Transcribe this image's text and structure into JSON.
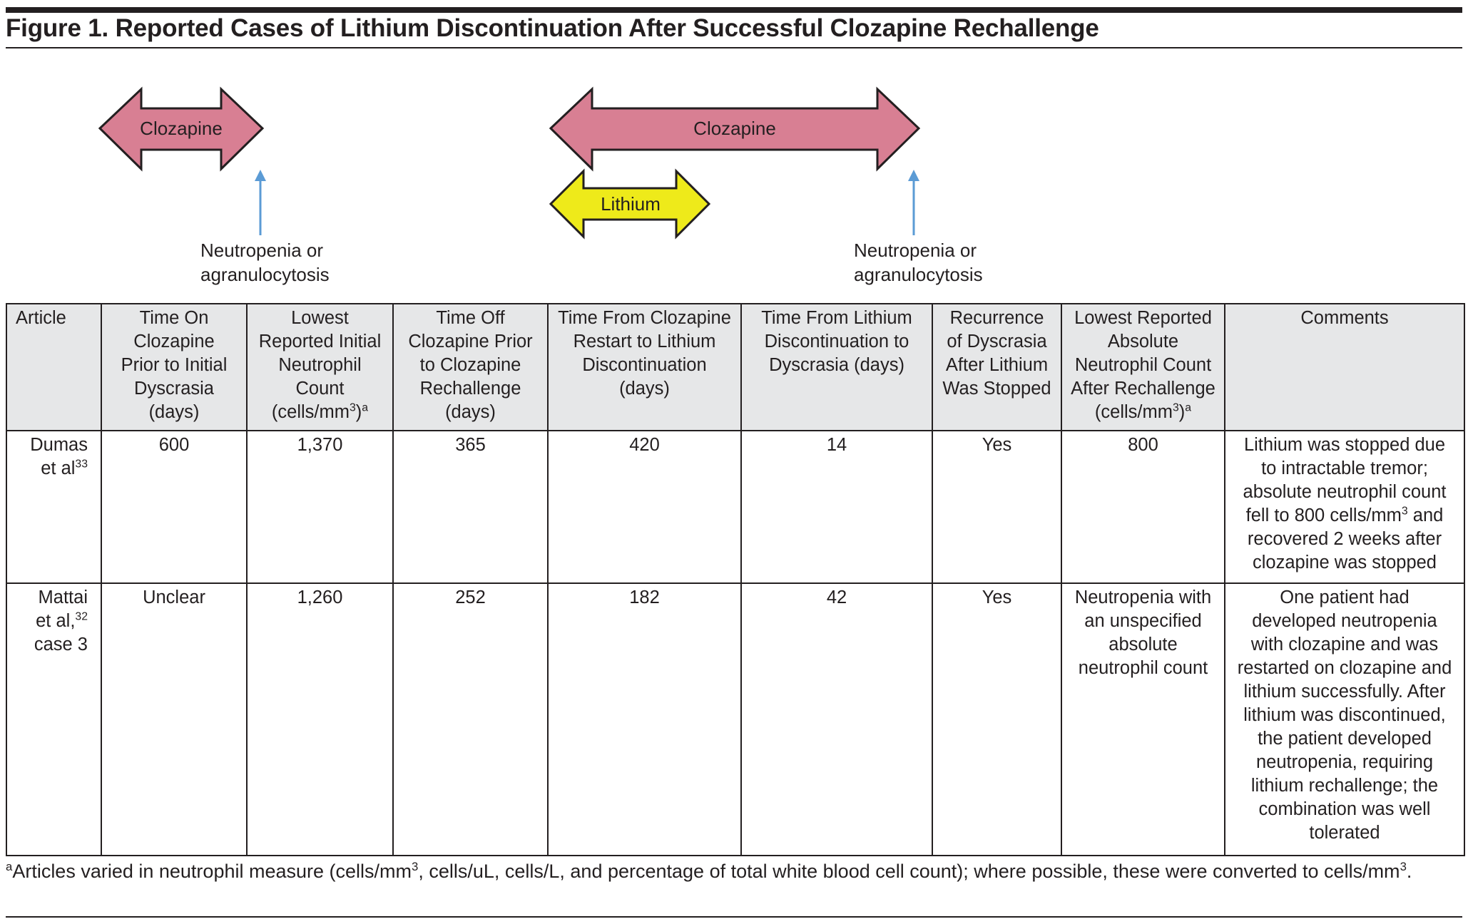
{
  "figure": {
    "title": "Figure 1. Reported Cases of Lithium Discontinuation After Successful Clozapine Rechallenge"
  },
  "diagram": {
    "left_arrow_label": "Clozapine",
    "right_clozapine_label": "Clozapine",
    "lithium_label": "Lithium",
    "event_left": [
      "Neutropenia or",
      "agranulocytosis"
    ],
    "event_right": [
      "Neutropenia or",
      "agranulocytosis"
    ],
    "colors": {
      "clozapine": "#d87f93",
      "lithium": "#eeea1a",
      "event_arrow": "#5b9bd5"
    }
  },
  "table": {
    "headers": [
      [
        "Article"
      ],
      [
        "Time On",
        "Clozapine",
        "Prior to Initial",
        "Dyscrasia",
        "(days)"
      ],
      [
        "Lowest",
        "Reported Initial",
        "Neutrophil",
        "Count"
      ],
      [
        "Time Off",
        "Clozapine Prior",
        "to Clozapine",
        "Rechallenge",
        "(days)"
      ],
      [
        "Time From Clozapine",
        "Restart to Lithium",
        "Discontinuation",
        "(days)"
      ],
      [
        "Time From Lithium",
        "Discontinuation to",
        "Dyscrasia (days)"
      ],
      [
        "Recurrence",
        "of Dyscrasia",
        "After Lithium",
        "Was Stopped"
      ],
      [
        "Lowest Reported",
        "Absolute",
        "Neutrophil Count",
        "After Rechallenge"
      ],
      [
        "Comments"
      ]
    ],
    "unit_prefix": "(cells/mm",
    "unit_exp": "3",
    "unit_suffix": ")",
    "unit_note": "a",
    "rows": [
      {
        "article_lines": [
          "Dumas",
          "et al"
        ],
        "article_ref": "33",
        "time_on": "600",
        "lowest_initial": "1,370",
        "time_off": "365",
        "restart_to_disc": "420",
        "disc_to_dyscrasia": "14",
        "recurrence": "Yes",
        "lowest_after": "800",
        "comments_lines": [
          "Lithium was stopped due",
          "to intractable tremor;",
          "absolute neutrophil count"
        ],
        "comments_unit_pre": "fell to 800 cells/mm",
        "comments_unit_exp": "3",
        "comments_unit_post": " and",
        "comments_tail": [
          "recovered 2 weeks after",
          "clozapine was stopped"
        ]
      },
      {
        "article_line1": "Mattai",
        "article_line2": "et al,",
        "article_ref": "32",
        "article_line3": "case 3",
        "time_on": "Unclear",
        "lowest_initial": "1,260",
        "time_off": "252",
        "restart_to_disc": "182",
        "disc_to_dyscrasia": "42",
        "recurrence": "Yes",
        "lowest_after_lines": [
          "Neutropenia with",
          "an unspecified",
          "absolute",
          "neutrophil count"
        ],
        "comments_lines": [
          "One patient  had",
          "developed neutropenia",
          "with clozapine and was",
          "restarted on clozapine and",
          "lithium successfully. After",
          "lithium was discontinued,",
          "the patient developed",
          "neutropenia, requiring",
          "lithium rechallenge; the",
          "combination was well",
          "tolerated"
        ]
      }
    ]
  },
  "footnote": {
    "marker": "a",
    "text_1": "Articles varied in neutrophil measure (cells/mm",
    "exp_1": "3",
    "text_2": ", cells/uL, cells/L, and percentage of total white blood cell count); where possible, these were converted to cells/mm",
    "exp_2": "3",
    "text_3": "."
  }
}
